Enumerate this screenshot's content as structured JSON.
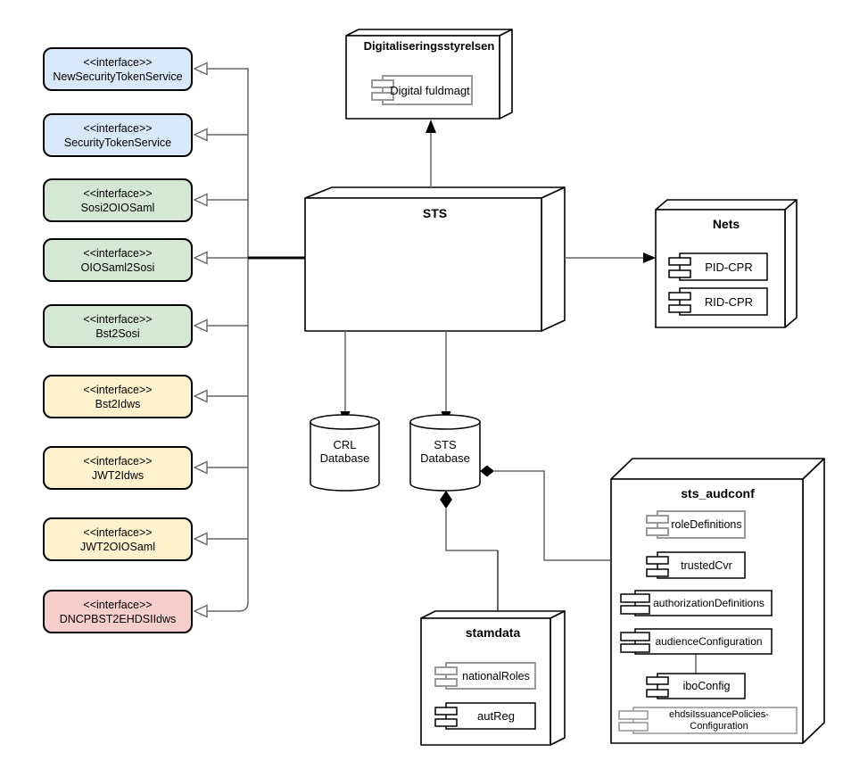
{
  "palette": {
    "interface_blue": "#dae8fc",
    "interface_green": "#d5e8d4",
    "interface_yellow": "#fff2cc",
    "interface_pink": "#f8cecc",
    "node_fill": "#ffffff",
    "node_border": "#000000",
    "connector_gray": "#666666",
    "component_gray_border": "#999999"
  },
  "interfaces": [
    {
      "stereotype": "<<interface>>",
      "name": "NewSecurityTokenService",
      "color": "#dae8fc"
    },
    {
      "stereotype": "<<interface>>",
      "name": "SecurityTokenService",
      "color": "#dae8fc"
    },
    {
      "stereotype": "<<interface>>",
      "name": "Sosi2OIOSaml",
      "color": "#d5e8d4"
    },
    {
      "stereotype": "<<interface>>",
      "name": "OIOSaml2Sosi",
      "color": "#d5e8d4"
    },
    {
      "stereotype": "<<interface>>",
      "name": "Bst2Sosi",
      "color": "#d5e8d4"
    },
    {
      "stereotype": "<<interface>>",
      "name": "Bst2Idws",
      "color": "#fff2cc"
    },
    {
      "stereotype": "<<interface>>",
      "name": "JWT2Idws",
      "color": "#fff2cc"
    },
    {
      "stereotype": "<<interface>>",
      "name": "JWT2OIOSaml",
      "color": "#fff2cc"
    },
    {
      "stereotype": "<<interface>>",
      "name": "DNCPBST2EHDSIIdws",
      "color": "#f8cecc"
    }
  ],
  "nodes": {
    "digitaliseringsstyrelsen": {
      "title": "Digitaliseringsstyrelsen",
      "components": [
        {
          "label": "Digital fuldmagt"
        }
      ]
    },
    "sts": {
      "title": "STS"
    },
    "nets": {
      "title": "Nets",
      "components": [
        {
          "label": "PID-CPR"
        },
        {
          "label": "RID-CPR"
        }
      ]
    },
    "sts_audconf": {
      "title": "sts_audconf",
      "components": [
        {
          "label": "roleDefinitions"
        },
        {
          "label": "trustedCvr"
        },
        {
          "label": "authorizationDefinitions"
        },
        {
          "label": "audienceConfiguration"
        },
        {
          "label": "iboConfig"
        },
        {
          "label": "ehdsiIssuancePolicies-Configuration"
        }
      ]
    },
    "stamdata": {
      "title": "stamdata",
      "components": [
        {
          "label": "nationalRoles"
        },
        {
          "label": "autReg"
        }
      ]
    }
  },
  "databases": [
    {
      "name": "CRL Database",
      "line1": "CRL",
      "line2": "Database"
    },
    {
      "name": "STS Database",
      "line1": "STS",
      "line2": "Database"
    }
  ]
}
